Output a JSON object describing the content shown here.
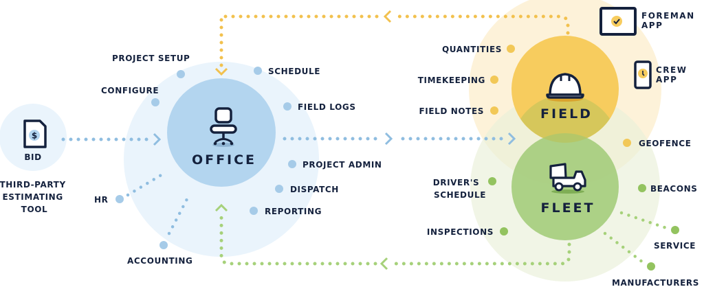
{
  "colors": {
    "navy": "#14213d",
    "office_blue": "#b3d5ef",
    "office_halo": "#eaf4fc",
    "office_dot": "#8fbde0",
    "field_yellow": "#f7cc5e",
    "field_halo": "#fdf1d6",
    "field_dot": "#f2c14e",
    "fleet_green": "#a6cd7e",
    "fleet_halo": "#edf3e2",
    "fleet_dot": "#93c35f",
    "arrow_yellow": "#f2c14e",
    "arrow_blue": "#8fbde0",
    "arrow_green": "#a6d17a"
  },
  "bid": {
    "icon": "dollar-document-icon",
    "label": "BID",
    "caption_lines": [
      "THIRD-PARTY",
      "ESTIMATING",
      "TOOL"
    ]
  },
  "office": {
    "title": "OFFICE",
    "icon": "office-chair-icon",
    "features": [
      {
        "label": "PROJECT SETUP"
      },
      {
        "label": "CONFIGURE"
      },
      {
        "label": "SCHEDULE"
      },
      {
        "label": "FIELD LOGS"
      },
      {
        "label": "PROJECT ADMIN"
      },
      {
        "label": "DISPATCH"
      },
      {
        "label": "REPORTING"
      },
      {
        "label": "HR"
      },
      {
        "label": "ACCOUNTING"
      }
    ]
  },
  "field": {
    "title": "FIELD",
    "icon": "hard-hat-icon",
    "features": [
      {
        "label": "QUANTITIES"
      },
      {
        "label": "TIMEKEEPING"
      },
      {
        "label": "FIELD NOTES"
      },
      {
        "label": "GEOFENCE"
      }
    ],
    "apps": [
      {
        "icon": "tablet-check-icon",
        "lines": [
          "FOREMAN",
          "APP"
        ]
      },
      {
        "icon": "phone-clock-icon",
        "lines": [
          "CREW",
          "APP"
        ]
      }
    ]
  },
  "fleet": {
    "title": "FLEET",
    "icon": "dump-truck-icon",
    "features": [
      {
        "lines": [
          "DRIVER'S",
          "SCHEDULE"
        ]
      },
      {
        "label": "INSPECTIONS"
      },
      {
        "label": "BEACONS"
      },
      {
        "label": "SERVICE"
      },
      {
        "label": "MANUFACTURERS"
      }
    ]
  }
}
